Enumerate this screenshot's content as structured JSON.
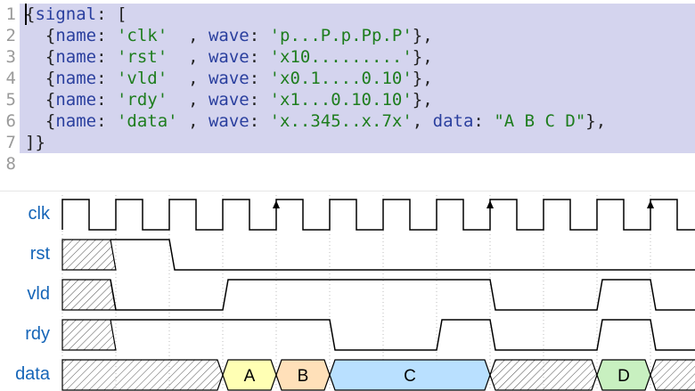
{
  "editor": {
    "line_numbers": [
      "1",
      "2",
      "3",
      "4",
      "5",
      "6",
      "7",
      "8"
    ],
    "lines": [
      [
        {
          "t": "{",
          "c": "punc"
        },
        {
          "t": "signal",
          "c": "key"
        },
        {
          "t": ": [",
          "c": "punc"
        }
      ],
      [
        {
          "t": "  {",
          "c": "punc"
        },
        {
          "t": "name",
          "c": "key"
        },
        {
          "t": ": ",
          "c": "punc"
        },
        {
          "t": "'clk'",
          "c": "str"
        },
        {
          "t": "  , ",
          "c": "punc"
        },
        {
          "t": "wave",
          "c": "key"
        },
        {
          "t": ": ",
          "c": "punc"
        },
        {
          "t": "'p...P.p.Pp.P'",
          "c": "str"
        },
        {
          "t": "},",
          "c": "punc"
        }
      ],
      [
        {
          "t": "  {",
          "c": "punc"
        },
        {
          "t": "name",
          "c": "key"
        },
        {
          "t": ": ",
          "c": "punc"
        },
        {
          "t": "'rst'",
          "c": "str"
        },
        {
          "t": "  , ",
          "c": "punc"
        },
        {
          "t": "wave",
          "c": "key"
        },
        {
          "t": ": ",
          "c": "punc"
        },
        {
          "t": "'x10.........'",
          "c": "str"
        },
        {
          "t": "},",
          "c": "punc"
        }
      ],
      [
        {
          "t": "  {",
          "c": "punc"
        },
        {
          "t": "name",
          "c": "key"
        },
        {
          "t": ": ",
          "c": "punc"
        },
        {
          "t": "'vld'",
          "c": "str"
        },
        {
          "t": "  , ",
          "c": "punc"
        },
        {
          "t": "wave",
          "c": "key"
        },
        {
          "t": ": ",
          "c": "punc"
        },
        {
          "t": "'x0.1....0.10'",
          "c": "str"
        },
        {
          "t": "},",
          "c": "punc"
        }
      ],
      [
        {
          "t": "  {",
          "c": "punc"
        },
        {
          "t": "name",
          "c": "key"
        },
        {
          "t": ": ",
          "c": "punc"
        },
        {
          "t": "'rdy'",
          "c": "str"
        },
        {
          "t": "  , ",
          "c": "punc"
        },
        {
          "t": "wave",
          "c": "key"
        },
        {
          "t": ": ",
          "c": "punc"
        },
        {
          "t": "'x1...0.10.10'",
          "c": "str"
        },
        {
          "t": "},",
          "c": "punc"
        }
      ],
      [
        {
          "t": "  {",
          "c": "punc"
        },
        {
          "t": "name",
          "c": "key"
        },
        {
          "t": ": ",
          "c": "punc"
        },
        {
          "t": "'data'",
          "c": "str"
        },
        {
          "t": " , ",
          "c": "punc"
        },
        {
          "t": "wave",
          "c": "key"
        },
        {
          "t": ": ",
          "c": "punc"
        },
        {
          "t": "'x..345..x.7x'",
          "c": "str"
        },
        {
          "t": ", ",
          "c": "punc"
        },
        {
          "t": "data",
          "c": "key"
        },
        {
          "t": ": ",
          "c": "punc"
        },
        {
          "t": "\"A B C D\"",
          "c": "str"
        },
        {
          "t": "},",
          "c": "punc"
        }
      ],
      [
        {
          "t": "]}",
          "c": "punc"
        }
      ],
      []
    ]
  },
  "waveform": {
    "signals": [
      {
        "name": "clk",
        "wave": "p...P.p.Pp.P"
      },
      {
        "name": "rst",
        "wave": "x10........."
      },
      {
        "name": "vld",
        "wave": "x0.1....0.10"
      },
      {
        "name": "rdy",
        "wave": "x1...0.10.10"
      },
      {
        "name": "data",
        "wave": "x..345..x.7x",
        "data": [
          "A",
          "B",
          "C",
          "D"
        ]
      }
    ],
    "colors": {
      "line": "#000000",
      "grid": "#bbbbbb",
      "label": "#1565b8",
      "bus": {
        "3": "#ffffb4",
        "4": "#ffe0b9",
        "5": "#b9e0ff",
        "7": "#c8f0c0"
      }
    }
  }
}
